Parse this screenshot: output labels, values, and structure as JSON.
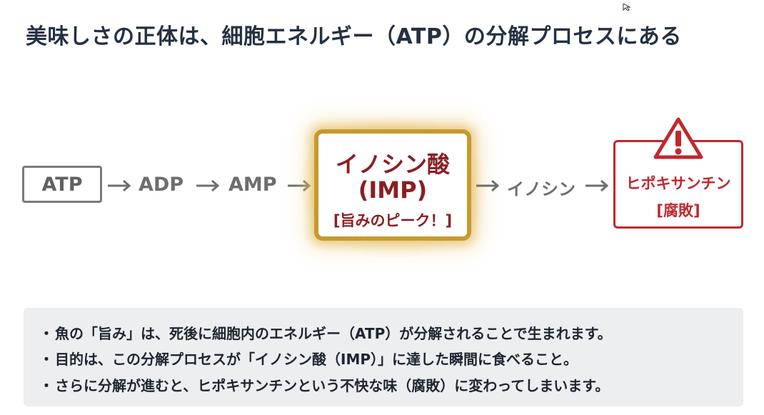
{
  "title": "美味しさの正体は、細胞エネルギー（ATP）の分解プロセスにある",
  "flow": {
    "step_atp": "ATP",
    "step_adp": "ADP",
    "step_amp": "AMP",
    "imp": {
      "line1": "イノシン酸",
      "line2": "(IMP)",
      "line3": "[旨みのピーク！]"
    },
    "step_inosine": "イノシン",
    "hypoxanthine": {
      "line1": "ヒポキサンチン",
      "line2": "[腐敗]"
    },
    "warning_icon": "warning-triangle-icon",
    "arrow_icon": "right-arrow-icon"
  },
  "bullets": [
    "魚の「旨み」は、死後に細胞内のエネルギー（ATP）が分解されることで生まれます。",
    "目的は、この分解プロセスが「イノシン酸（IMP）」に達した瞬間に食べること。",
    "さらに分解が進むと、ヒポキサンチンという不快な味（腐敗）に変わってしまいます。"
  ],
  "bullet_marker": "・",
  "colors": {
    "title": "#233142",
    "gray_step": "#6e6e6e",
    "imp_text": "#8b1e22",
    "imp_border": "#c79a2e",
    "hypo_red": "#c0282d",
    "panel_bg": "#eceeef"
  }
}
